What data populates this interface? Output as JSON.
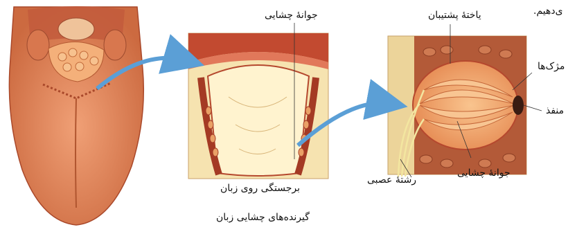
{
  "corner_text": "ی‌دهیم.",
  "labels": {
    "taste_bud_top": "جوانهٔ چشایی",
    "papilla": "برجستگی روی زبان",
    "support_cell": "یاختهٔ پشتیبان",
    "microvilli": "مژک‌ها",
    "pore": "منفذ",
    "taste_bud_bottom": "جوانهٔ چشایی",
    "nerve_fiber": "رشتهٔ عصبی"
  },
  "caption": "گیرنده‌های چشایی زبان",
  "colors": {
    "tongue": "#e8875a",
    "tongue_dark": "#b9502c",
    "papilla_bg": "#f6e3b0",
    "tissue_dark": "#a43a24",
    "bud_fill": "#f2a36c",
    "arrow": "#5b9fd6",
    "nerve": "#f3e6a0"
  },
  "icons": {
    "arrow_1": "curved-arrow-icon",
    "arrow_2": "curved-arrow-icon"
  }
}
